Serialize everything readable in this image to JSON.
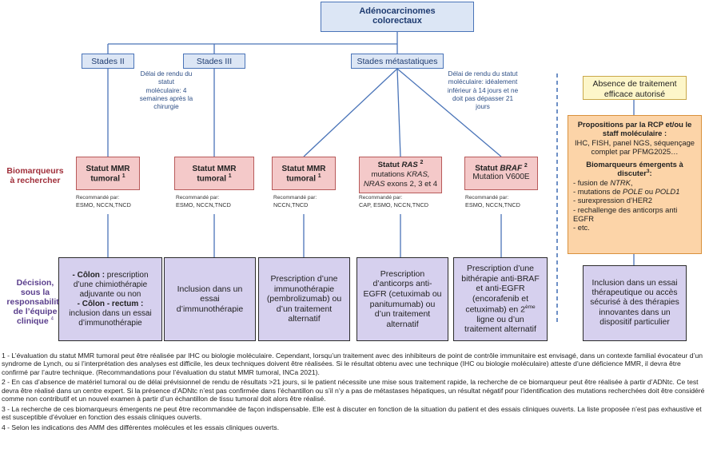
{
  "top": {
    "line1": "Adénocarcinomes",
    "line2": "colorectaux"
  },
  "stages": [
    "Stades II",
    "Stades III",
    "Stades métastatiques"
  ],
  "delai_1": [
    "Délai de rendu du",
    "statut",
    "moléculaire: 4",
    "semaines après la",
    "chirurgie"
  ],
  "delai_2": [
    "Délai de rendu du statut",
    "moléculaire: idéalement",
    "inférieur à 14 jours et ne",
    "doit pas dépasser 21",
    "jours"
  ],
  "side": {
    "biomarqueurs": [
      "Biomarqueurs",
      "à rechercher"
    ],
    "decision": [
      "Décision,",
      "sous la",
      "responsabilité",
      "de l’équipe",
      "clinique"
    ],
    "decision_sup": "4"
  },
  "reco_label": "Recommandé par:",
  "bio": [
    {
      "l1": "Statut MMR",
      "l2": "tumoral",
      "sup": "1",
      "reco": "ESMO, NCCN,TNCD"
    },
    {
      "l1": "Statut MMR",
      "l2": "tumoral",
      "sup": "1",
      "reco": "ESMO, NCCN,TNCD"
    },
    {
      "l1": "Statut MMR",
      "l2": "tumoral",
      "sup": "1",
      "reco": "NCCN,TNCD"
    },
    {
      "l1a": "Statut ",
      "l1b": "RAS",
      "sup": "2",
      "l2a": "mutations ",
      "l2b": "KRAS,",
      "l3a": "NRAS",
      "l3b": " exons 2, 3 et 4",
      "reco": "CAP, ESMO, NCCN,TNCD"
    },
    {
      "l1a": "Statut ",
      "l1b": "BRAF",
      "sup": "2",
      "l2": "Mutation V600E",
      "reco": "ESMO, NCCN,TNCD"
    }
  ],
  "dec": [
    {
      "a": "- Côlon :",
      "b": " prescription d’une chimiothérapie adjuvante ou non",
      "c": "- Côlon - rectum :",
      "d": " inclusion dans un essai d’immunothérapie"
    },
    {
      "t": "Inclusion dans un essai d’immunothérapie"
    },
    {
      "t": "Prescription d’une immunothérapie (pembrolizumab) ou d’un traitement alternatif"
    },
    {
      "t": "Prescription d’anticorps anti-EGFR (cetuximab ou panitumumab) ou d’un traitement alternatif"
    },
    {
      "t1": "Prescription d’une bithérapie anti-BRAF et anti-EGFR (encorafenib et cetuximab) en 2",
      "sup": "ème",
      "t2": " ligne ou d’un traitement alternatif"
    }
  ],
  "absence": {
    "line1": "Absence de traitement",
    "line2": "efficace autorisé"
  },
  "propositions": {
    "title": "Propositions par la RCP et/ou le staff moléculaire :",
    "body": "IHC, FISH, panel NGS, séquençage complet par PFMG2025…",
    "emerg": "Biomarqueurs émergents à discuter",
    "emerg_sup": "3",
    "items": [
      {
        "a": "- fusion de ",
        "b": "NTRK",
        "c": ","
      },
      {
        "a": "- mutations de ",
        "b": "POLE",
        "c": " ou ",
        "d": "POLD1"
      },
      {
        "a": "- surexpression d’HER2"
      },
      {
        "a": "- rechallenge des anticorps anti EGFR"
      },
      {
        "a": "- etc."
      }
    ]
  },
  "inclusion": "Inclusion dans un essai thérapeutique ou accès sécurisé à des thérapies innovantes dans un dispositif particulier",
  "footnotes": [
    "1 - L’évaluation du statut MMR tumoral peut être réalisée par IHC ou biologie moléculaire. Cependant, lorsqu’un traitement avec des inhibiteurs de point de contrôle immunitaire est envisagé, dans un contexte familial évocateur d’un syndrome de Lynch, ou si l’interprétation des analyses est difficile, les deux techniques doivent être réalisées. Si le résultat obtenu avec une technique (IHC ou biologie moléculaire) atteste d’une déficience MMR, il devra être confirmé par l’autre technique. (Recommandations pour l’évaluation du statut MMR tumoral, INCa 2021).",
    "2 - En cas d’absence de matériel tumoral ou de délai prévisionnel de rendu de résultats >21 jours, si le patient nécessite une mise sous traitement rapide, la recherche de ce biomarqueur peut être réalisée à partir d’ADNtc. Ce test devra être réalisé dans un centre expert. Si la présence d’ADNtc n’est pas confirmée dans l’échantillon ou s’il n’y a pas de métastases hépatiques, un résultat négatif pour l’identification des mutations recherchées doit être considéré comme non contributif et un nouvel examen à partir d’un échantillon de tissu tumoral doit alors être réalisé.",
    "3 - La recherche de ces biomarqueurs émergents ne peut être recommandée de façon indispensable. Elle est à discuter en fonction de la situation du patient et des essais cliniques ouverts. La liste proposée n’est pas exhaustive et est susceptible d’évoluer en fonction des essais cliniques ouverts.",
    "4 - Selon les indications des AMM des différentes molécules et les essais cliniques ouverts."
  ]
}
